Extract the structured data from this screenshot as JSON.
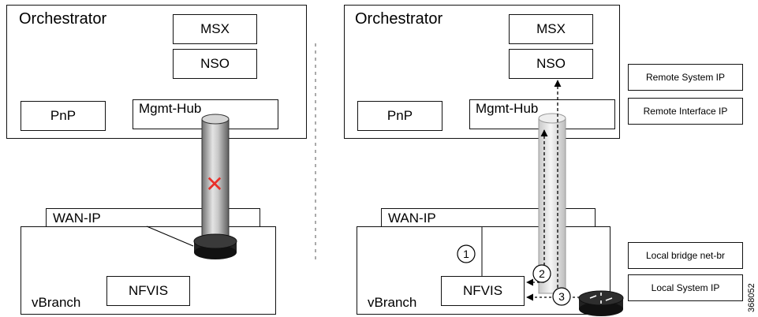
{
  "left": {
    "orchestrator": "Orchestrator",
    "msx": "MSX",
    "nso": "NSO",
    "pnp": "PnP",
    "mgmt_hub": "Mgmt-Hub",
    "wan_ip": "WAN-IP",
    "nfvis": "NFVIS",
    "vbranch": "vBranch",
    "failure_mark": "✕"
  },
  "right": {
    "orchestrator": "Orchestrator",
    "msx": "MSX",
    "nso": "NSO",
    "pnp": "PnP",
    "mgmt_hub": "Mgmt-Hub",
    "wan_ip": "WAN-IP",
    "nfvis": "NFVIS",
    "vbranch": "vBranch",
    "step1": "1",
    "step2": "2",
    "step3": "3"
  },
  "side_labels": {
    "remote_system_ip": "Remote System IP",
    "remote_interface_ip": "Remote Interface IP",
    "local_bridge": "Local bridge net-br",
    "local_system_ip": "Local System IP"
  },
  "figure_id": "368052",
  "colors": {
    "failure_mark": "#e8302a",
    "tunnel_dark": "#9a9a9a",
    "tunnel_light": "#dcdcdc",
    "router": "#222222"
  }
}
